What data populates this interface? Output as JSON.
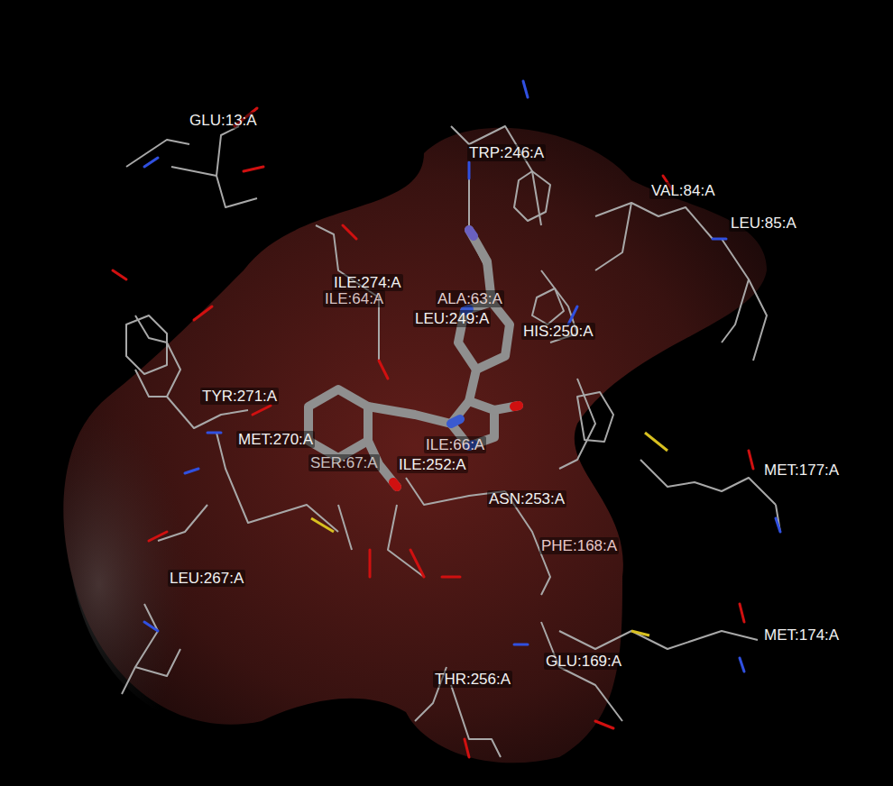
{
  "diagram": {
    "labels": [
      "GLU:13:A",
      "TRP:246:A",
      "VAL:84:A",
      "LEU:85:A",
      "ILE:274:A",
      "ILE:64:A",
      "ALA:63:A",
      "LEU:249:A",
      "HIS:250:A",
      "TYR:271:A",
      "MET:270:A",
      "SER:67:A",
      "ILE:66:A",
      "ILE:252:A",
      "ASN:253:A",
      "MET:177:A",
      "PHE:168:A",
      "LEU:267:A",
      "MET:174:A",
      "GLU:169:A",
      "THR:256:A"
    ]
  }
}
